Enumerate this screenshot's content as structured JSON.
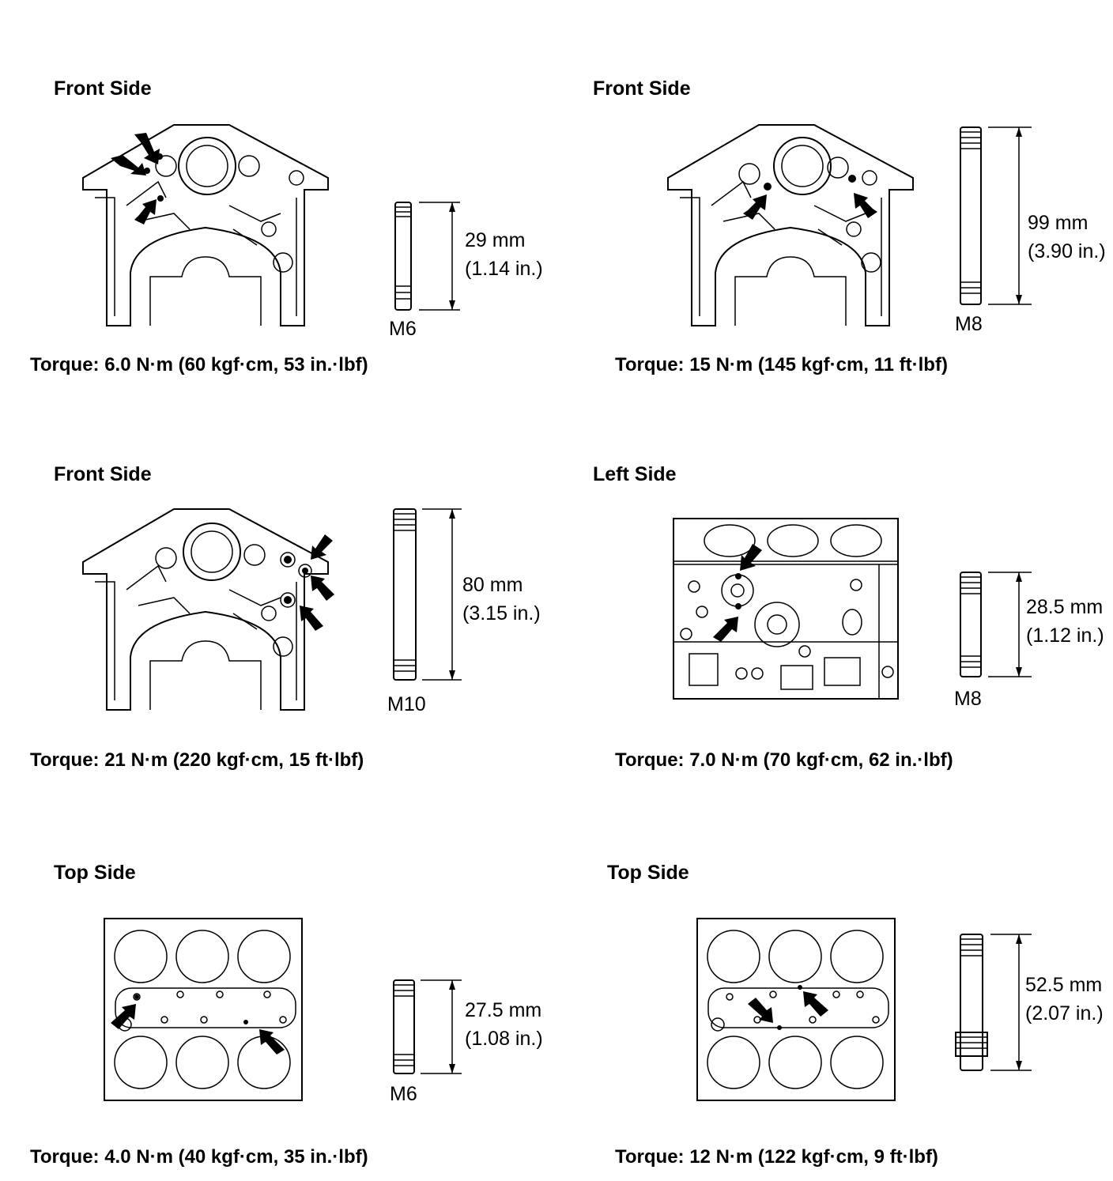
{
  "panels": [
    {
      "id": "p1",
      "view": "Front Side",
      "stud_length_mm": "29 mm",
      "stud_length_in": "(1.14 in.)",
      "thread": "M6",
      "torque": "Torque: 6.0 N·m (60 kgf·cm, 53 in.·lbf)",
      "indicated_locations": 3
    },
    {
      "id": "p2",
      "view": "Front Side",
      "stud_length_mm": "99 mm",
      "stud_length_in": "(3.90 in.)",
      "thread": "M8",
      "torque": "Torque: 15 N·m (145 kgf·cm, 11 ft·lbf)",
      "indicated_locations": 2
    },
    {
      "id": "p3",
      "view": "Front Side",
      "stud_length_mm": "80 mm",
      "stud_length_in": "(3.15 in.)",
      "thread": "M10",
      "torque": "Torque: 21 N·m (220 kgf·cm, 15 ft·lbf)",
      "indicated_locations": 3
    },
    {
      "id": "p4",
      "view": "Left Side",
      "stud_length_mm": "28.5 mm",
      "stud_length_in": "(1.12 in.)",
      "thread": "M8",
      "torque": "Torque: 7.0 N·m (70 kgf·cm, 62 in.·lbf)",
      "indicated_locations": 2
    },
    {
      "id": "p5",
      "view": "Top Side",
      "stud_length_mm": "27.5 mm",
      "stud_length_in": "(1.08 in.)",
      "thread": "M6",
      "torque": "Torque: 4.0 N·m (40 kgf·cm, 35 in.·lbf)",
      "indicated_locations": 2
    },
    {
      "id": "p6",
      "view": "Top Side",
      "stud_length_mm": "52.5 mm",
      "stud_length_in": "(2.07 in.)",
      "thread": "",
      "torque": "Torque: 12 N·m (122 kgf·cm, 9 ft·lbf)",
      "indicated_locations": 2
    }
  ]
}
